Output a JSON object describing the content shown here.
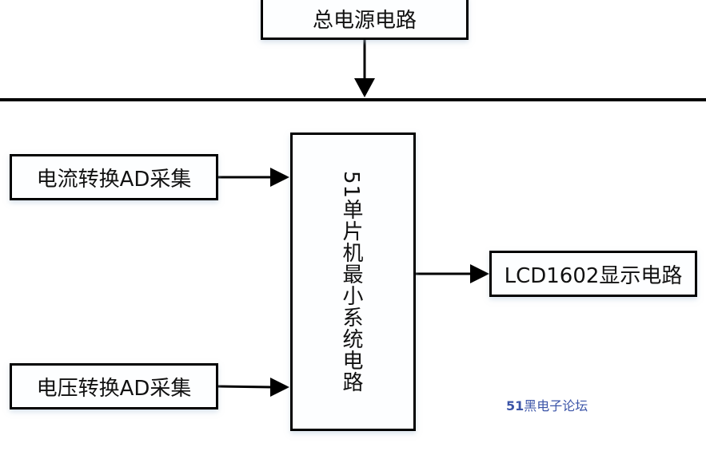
{
  "nodes": {
    "power": {
      "label": "总电源电路"
    },
    "current_adc": {
      "label": "电流转换AD采集"
    },
    "voltage_adc": {
      "label": "电压转换AD采集"
    },
    "mcu": {
      "label_num": "51",
      "label_text": "单片机最小系统电路"
    },
    "lcd": {
      "label": "LCD1602显示电路"
    }
  },
  "edges": [
    {
      "from": "power",
      "to": "bus"
    },
    {
      "from": "current_adc",
      "to": "mcu"
    },
    {
      "from": "voltage_adc",
      "to": "mcu"
    },
    {
      "from": "mcu",
      "to": "lcd"
    }
  ],
  "watermark": {
    "num": "51",
    "text": "黑电子论坛"
  },
  "colors": {
    "line": "#000000",
    "watermark": "#3c55a8"
  }
}
